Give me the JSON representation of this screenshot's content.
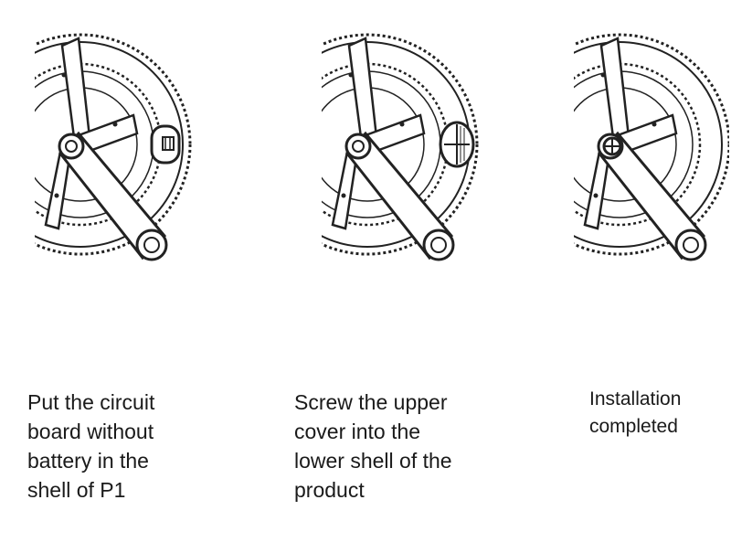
{
  "steps": [
    {
      "lines": [
        "Put the circuit",
        "board without",
        "battery in the",
        "shell of P1"
      ]
    },
    {
      "lines": [
        "Screw the upper",
        "cover into the",
        "lower shell of the",
        "product"
      ]
    },
    {
      "lines": [
        "Installation",
        "completed"
      ]
    }
  ]
}
